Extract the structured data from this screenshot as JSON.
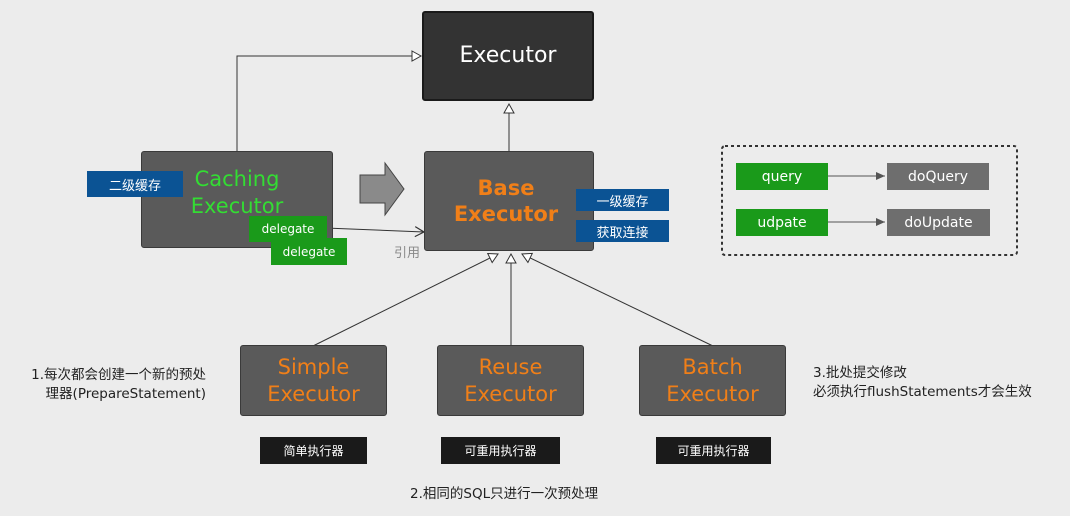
{
  "executor": {
    "label": "Executor"
  },
  "caching": {
    "line1": "Caching",
    "line2": "Executor",
    "color": "#33dd33"
  },
  "base": {
    "line1": "Base",
    "line2": "Executor",
    "color": "#f07f18"
  },
  "tags": {
    "level2_cache": "二级缓存",
    "level1_cache": "一级缓存",
    "get_connection": "获取连接",
    "delegate_a": "delegate",
    "delegate_b": "delegate"
  },
  "reference_label": "引用",
  "subclasses": [
    {
      "line1": "Simple",
      "line2": "Executor",
      "caption": "简单执行器"
    },
    {
      "line1": "Reuse",
      "line2": "Executor",
      "caption": "可重用执行器"
    },
    {
      "line1": "Batch",
      "line2": "Executor",
      "caption": "可重用执行器"
    }
  ],
  "legend": {
    "rows": [
      {
        "from": "query",
        "to": "doQuery"
      },
      {
        "from": "udpate",
        "to": "doUpdate"
      }
    ]
  },
  "notes": {
    "simple_line1": "1.每次都会创建一个新的预处",
    "simple_line2": "理器(PrepareStatement)",
    "reuse": "2.相同的SQL只进行一次预处理",
    "batch_line1": "3.批处提交修改",
    "batch_line2": "必须执行flushStatements才会生效"
  },
  "colors": {
    "orange": "#f07f18",
    "green_text": "#33dd33",
    "blue_tag": "#0b5394",
    "green_tag": "#1a9a1a"
  }
}
